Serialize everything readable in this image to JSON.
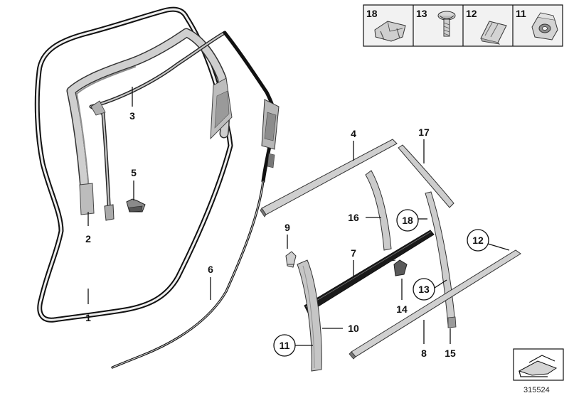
{
  "diagram": {
    "reference_number": "315524",
    "callouts": [
      "1",
      "2",
      "3",
      "4",
      "5",
      "6",
      "7",
      "8",
      "9",
      "10",
      "11",
      "12",
      "13",
      "14",
      "15",
      "16",
      "17",
      "18"
    ],
    "circled_callouts": [
      "11",
      "12",
      "13",
      "18"
    ],
    "parts_legend": [
      {
        "number": "18",
        "icon": "bracket-clip-icon"
      },
      {
        "number": "13",
        "icon": "screw-icon"
      },
      {
        "number": "12",
        "icon": "edge-clip-icon"
      },
      {
        "number": "11",
        "icon": "expanding-nut-icon"
      }
    ],
    "colors": {
      "line": "#111111",
      "part_fill": "#c8c8c8",
      "part_shade": "#9a9a9a",
      "legend_bg": "#f2f2f2"
    }
  }
}
